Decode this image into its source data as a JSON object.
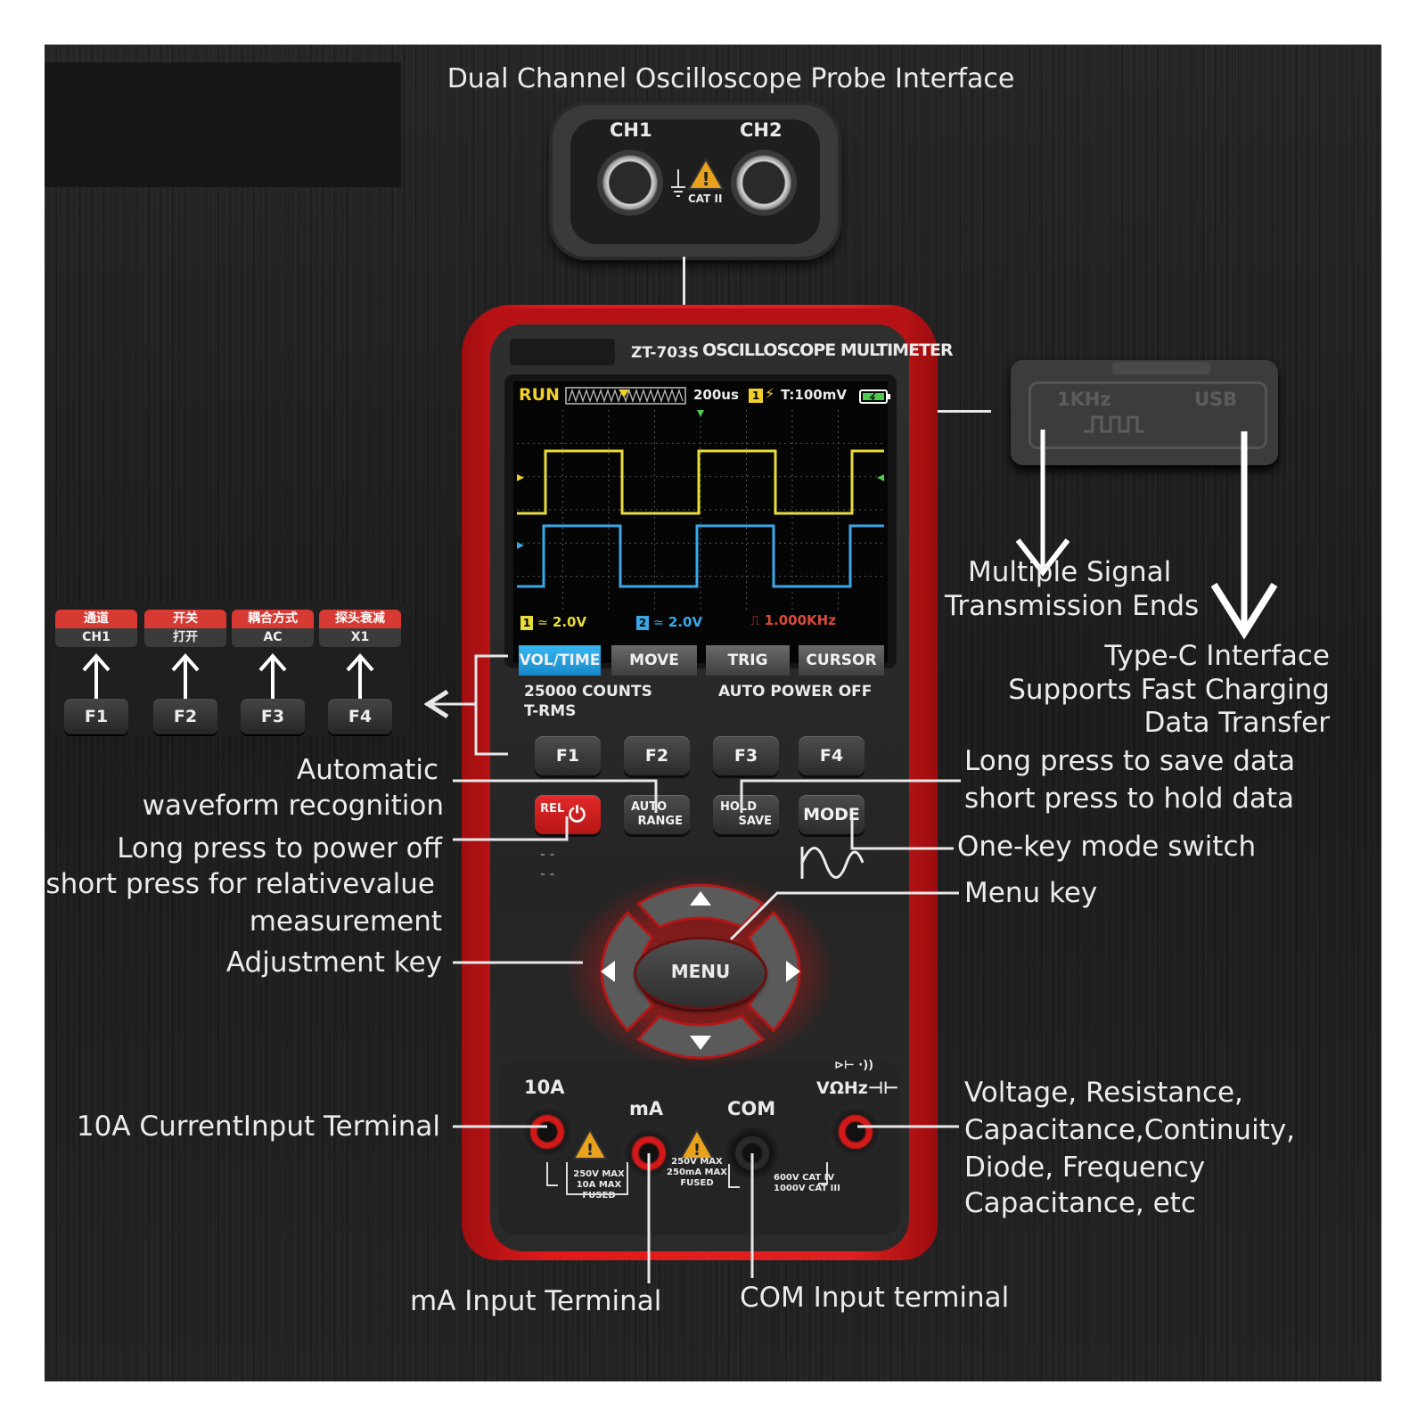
{
  "callouts": {
    "probe_interface": "Dual Channel Oscilloscope Probe Interface",
    "signal_ends": [
      "Multiple Signal",
      "Transmission Ends"
    ],
    "typec": [
      "Type-C Interface",
      "Supports Fast Charging",
      "Data Transfer"
    ],
    "auto_waveform": [
      "Automatic",
      "waveform recognition"
    ],
    "power": [
      "Long press to power off",
      "short press for relativevalue",
      "measurement"
    ],
    "adjustment": "Adjustment key",
    "save_hold": [
      "Long press to save data",
      "short press to hold data"
    ],
    "mode_switch": "One-key mode switch",
    "menu_key": "Menu key",
    "current_10a": "10A CurrentInput Terminal",
    "voltage": [
      "Voltage, Resistance,",
      "Capacitance,Continuity,",
      "Diode, Frequency",
      "Capacitance, etc"
    ],
    "ma_terminal": "mA Input Terminal",
    "com_terminal": "COM Input terminal"
  },
  "probe": {
    "ch1": "CH1",
    "ch2": "CH2",
    "cat": "CAT II"
  },
  "port": {
    "freq": "1KHz",
    "usb": "USB"
  },
  "device": {
    "model": "ZT-703S",
    "name": "OSCILLOSCOPE MULTIMETER"
  },
  "screen": {
    "run": "RUN",
    "timebase": "200us",
    "trig_ch": "1",
    "trig_level": "T:100mV",
    "ch1_scale": "2.0V",
    "ch2_scale": "2.0V",
    "freq": "1.000KHz",
    "ch1_num": "1",
    "ch2_num": "2",
    "ch1_color": "#e8dc3a",
    "ch2_color": "#3aa8e8",
    "softkeys": [
      "VOL/TIME",
      "MOVE",
      "TRIG",
      "CURSOR"
    ]
  },
  "specs": {
    "counts": "25000 COUNTS",
    "rms": "T-RMS",
    "auto_off": "AUTO POWER OFF"
  },
  "keys": {
    "f": [
      "F1",
      "F2",
      "F3",
      "F4"
    ],
    "rel": "REL",
    "auto_range": [
      "AUTO",
      "RANGE"
    ],
    "hold_save": [
      "HOLD",
      "SAVE"
    ],
    "mode": "MODE",
    "menu": "MENU"
  },
  "inset": {
    "tags": [
      {
        "top": "通道",
        "bottom": "CH1"
      },
      {
        "top": "开关",
        "bottom": "打开"
      },
      {
        "top": "耦合方式",
        "bottom": "AC"
      },
      {
        "top": "探头衰减",
        "bottom": "X1"
      }
    ],
    "keys": [
      "F1",
      "F2",
      "F3",
      "F4"
    ]
  },
  "terminals": {
    "a10": "10A",
    "ma": "mA",
    "com": "COM",
    "v_symbols": "VΩHz⊣⊢",
    "v_top": "⊳⊢ ·))",
    "a10_rating": [
      "250V MAX",
      "10A MAX",
      "FUSED"
    ],
    "ma_rating": [
      "250V MAX",
      "250mA MAX",
      "FUSED"
    ],
    "v_rating": [
      "600V CAT IV",
      "1000V CAT III"
    ]
  }
}
